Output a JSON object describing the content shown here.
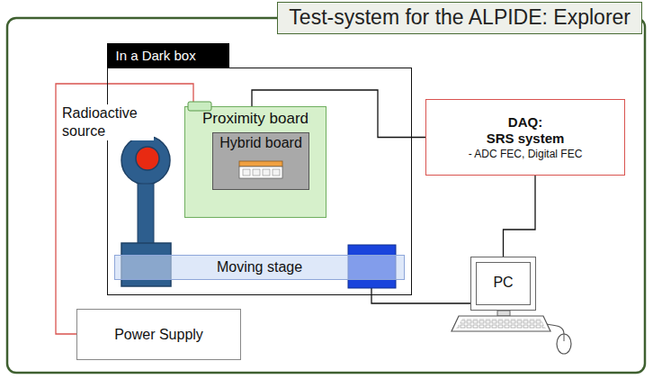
{
  "diagram": {
    "title": "Test-system for the ALPIDE: Explorer",
    "nodes": [
      {
        "text": [
          "In a Dark box"
        ]
      },
      {
        "text": [
          "Proximity board"
        ],
        "in": 0
      },
      {
        "text": [
          "Hybrid board"
        ],
        "in": 1
      },
      {
        "text": [
          "Moving stage"
        ],
        "in": 0
      },
      {
        "text": [
          "DAQ:",
          "SRS system",
          "- ADC FEC, Digital FEC"
        ]
      },
      {
        "text": [
          "PC"
        ]
      },
      {
        "text": [
          "Power Supply"
        ]
      }
    ],
    "edges": [
      {
        "from": 6,
        "to": 1,
        "arrow": "none"
      },
      {
        "from": 1,
        "to": 4,
        "arrow": "none"
      },
      {
        "from": 4,
        "to": 5,
        "arrow": "none"
      },
      {
        "from": 3,
        "to": 5,
        "arrow": "none"
      }
    ],
    "labels": [
      "Radioactive source"
    ]
  }
}
